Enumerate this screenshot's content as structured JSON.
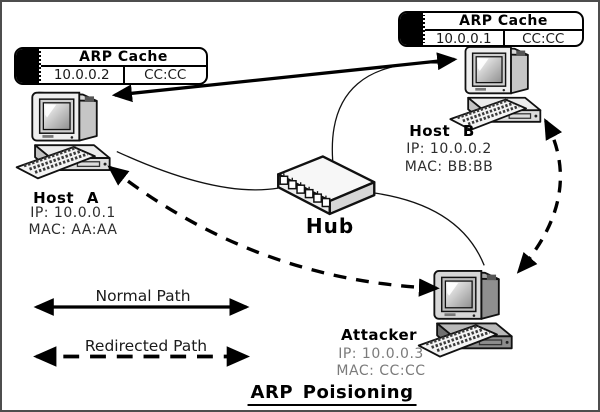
{
  "title": "ARP Poisioning",
  "arp_cache_host_a": {
    "title": "ARP Cache",
    "ip": "10.0.0.2",
    "mac": "CC:CC"
  },
  "arp_cache_host_b": {
    "title": "ARP Cache",
    "ip": "10.0.0.1",
    "mac": "CC:CC"
  },
  "nodes": {
    "host_a": {
      "name": "Host A",
      "ip": "IP: 10.0.0.1",
      "mac": "MAC: AA:AA"
    },
    "host_b": {
      "name": "Host B",
      "ip": "IP: 10.0.0.2",
      "mac": "MAC: BB:BB"
    },
    "hub": {
      "name": "Hub"
    },
    "attacker": {
      "name": "Attacker",
      "ip": "IP: 10.0.0.3",
      "mac": "MAC: CC:CC"
    }
  },
  "legend": {
    "normal_label": "Normal Path",
    "redirected_label": "Redirected Path"
  },
  "colors": {
    "line": "#000000",
    "host_text": "#2e2e2e",
    "attacker_text": "#7b7b7b",
    "card_tab": "#000000",
    "background": "#ffffff"
  }
}
